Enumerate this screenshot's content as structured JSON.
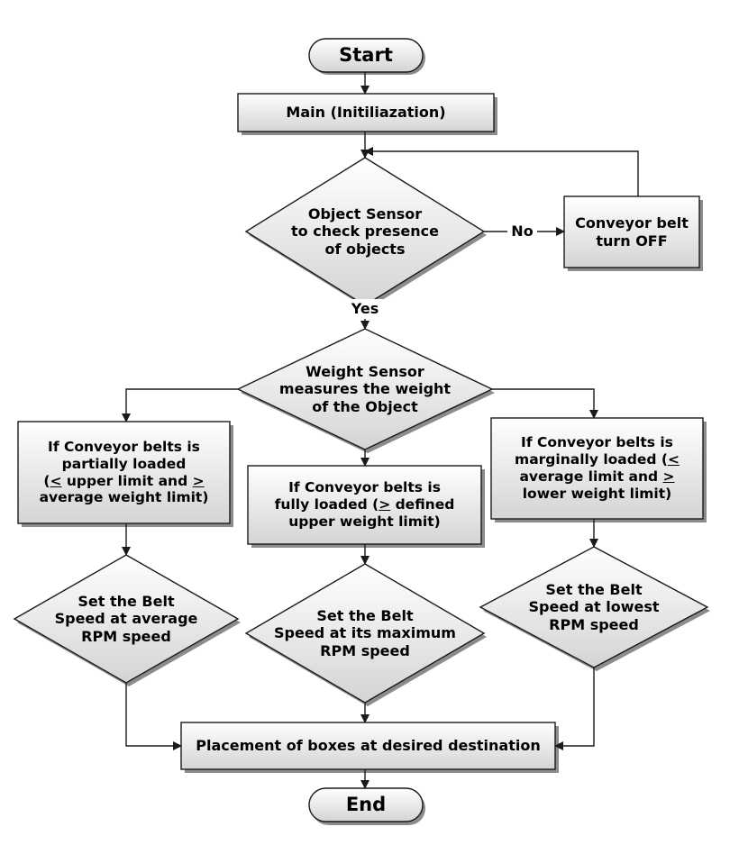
{
  "flowchart": {
    "start": "Start",
    "end": "End",
    "main_init": "Main (Initiliazation)",
    "object_sensor": [
      "Object Sensor",
      "to check presence",
      "of objects"
    ],
    "conveyor_off": [
      "Conveyor belt",
      "turn OFF"
    ],
    "no_label": "No",
    "yes_label": "Yes",
    "weight_sensor": [
      "Weight Sensor",
      "measures the weight",
      "of the Object"
    ],
    "partial": {
      "line1": "If Conveyor belts is",
      "line2": "partially loaded",
      "line3_open": "(",
      "line3_sym": "<",
      "line3_rest": " upper limit and ",
      "line3_sym2": ">",
      "line4": "average weight limit)"
    },
    "full": {
      "line1": "If Conveyor belts is",
      "line2_pre": "fully loaded (",
      "line2_sym": ">",
      "line2_post": " defined",
      "line3": "upper weight limit)"
    },
    "marginal": {
      "line1": "If Conveyor belts is",
      "line2_pre": "marginally loaded (",
      "line2_sym": "<",
      "line3_pre": "average limit and ",
      "line3_sym": ">",
      "line4": "lower weight limit)"
    },
    "speed_average": [
      "Set the Belt",
      "Speed at average",
      "RPM speed"
    ],
    "speed_max": [
      "Set the Belt",
      "Speed at its maximum",
      "RPM speed"
    ],
    "speed_lowest": [
      "Set the Belt",
      "Speed at lowest",
      "RPM speed"
    ],
    "placement": "Placement of boxes at desired destination"
  },
  "colors": {
    "box_fill_top": "#ffffff",
    "box_fill_bottom": "#d4d4d4",
    "stroke": "#1a1a1a",
    "shadow": "#8c8c8c"
  }
}
